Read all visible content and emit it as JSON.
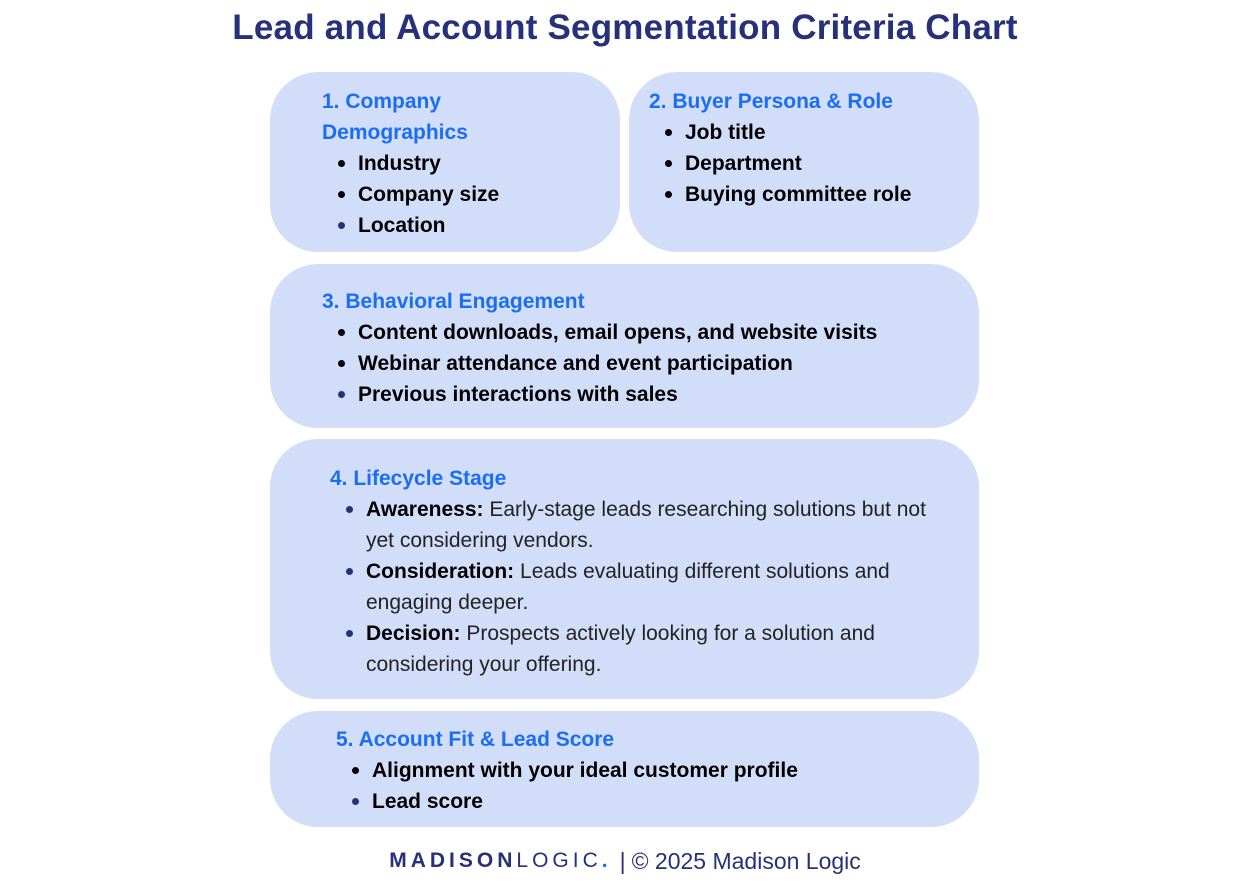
{
  "title": "Lead and Account Segmentation Criteria Chart",
  "colors": {
    "title": "#27307a",
    "heading": "#1a6ef5",
    "card_background": "#d2def9",
    "bullet_dark": "#000000",
    "bullet_navy": "#27307a"
  },
  "cards": [
    {
      "heading": "1. Company Demographics",
      "items": [
        {
          "text": "Industry"
        },
        {
          "text": "Company size"
        },
        {
          "text": "Location"
        }
      ]
    },
    {
      "heading": "2. Buyer Persona & Role",
      "items": [
        {
          "text": "Job title"
        },
        {
          "text": "Department"
        },
        {
          "text": "Buying committee role"
        }
      ]
    },
    {
      "heading": "3. Behavioral Engagement",
      "items": [
        {
          "text": "Content downloads, email opens, and website visits"
        },
        {
          "text": "Webinar attendance and event participation"
        },
        {
          "text": "Previous interactions with sales"
        }
      ]
    },
    {
      "heading": "4. Lifecycle Stage",
      "items": [
        {
          "term": "Awareness:",
          "text": "Early-stage leads researching solutions but not yet considering vendors."
        },
        {
          "term": "Consideration:",
          "text": "Leads evaluating different solutions and engaging deeper."
        },
        {
          "term": "Decision:",
          "text": "Prospects actively looking for a solution and considering your offering."
        }
      ]
    },
    {
      "heading": "5. Account Fit & Lead Score",
      "items": [
        {
          "text": "Alignment with your ideal customer profile"
        },
        {
          "text": "Lead score"
        }
      ]
    }
  ],
  "footer": {
    "logo_bold": "MADISON",
    "logo_light": "LOGIC",
    "logo_dot": ".",
    "separator": "|",
    "copyright": "© 2025 Madison Logic"
  }
}
